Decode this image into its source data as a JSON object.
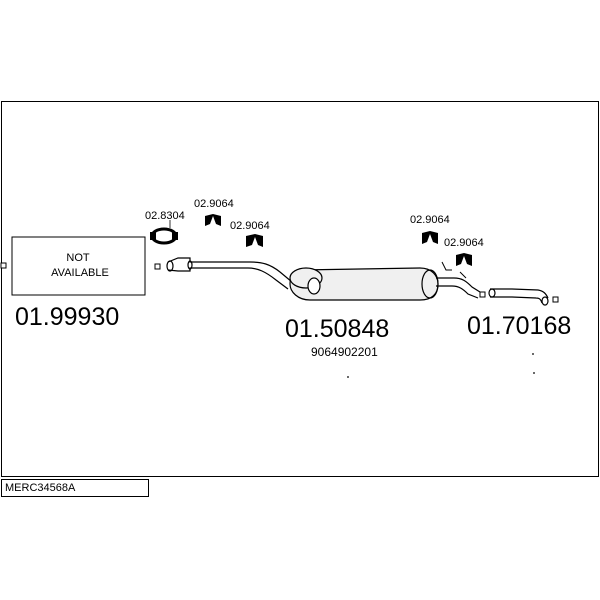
{
  "diagram": {
    "not_available": {
      "line1": "NOT",
      "line2": "AVAILABLE"
    },
    "parts": {
      "front_pipe": "01.99930",
      "center_silencer": "01.50848",
      "center_silencer_oe": "9064902201",
      "rear_pipe": "01.70168",
      "clamp": "02.8304",
      "hanger_1": "02.9064",
      "hanger_2": "02.9064",
      "hanger_3": "02.9064",
      "hanger_4": "02.9064"
    }
  },
  "footer": {
    "code": "MERC34568A"
  },
  "colors": {
    "line": "#000000",
    "silencer_fill": "#f0f0f0",
    "background": "#ffffff"
  }
}
